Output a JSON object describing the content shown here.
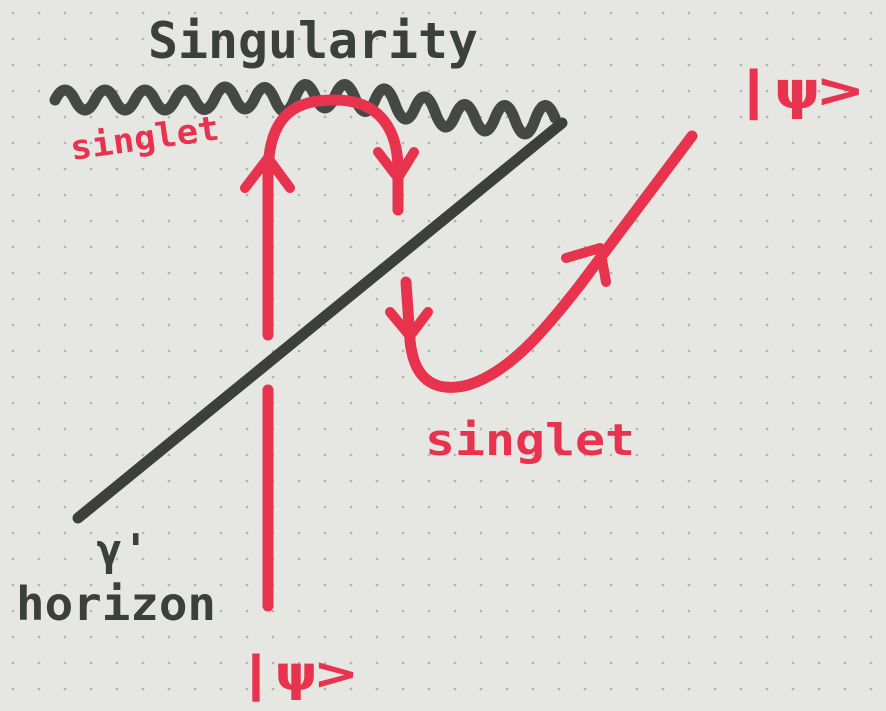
{
  "labels": {
    "singularity": "Singularity",
    "singlet_top": "singlet",
    "singlet_bottom": "singlet",
    "horizon_marker": "γ'",
    "horizon": "horizon",
    "ket_bottom": "|ψ>",
    "ket_top": "|ψ>"
  },
  "colors": {
    "paper": "#e6e6e2",
    "dots": "#b3b3ad",
    "ink_red": "#e8334f",
    "ink_dark": "#3c403c"
  }
}
